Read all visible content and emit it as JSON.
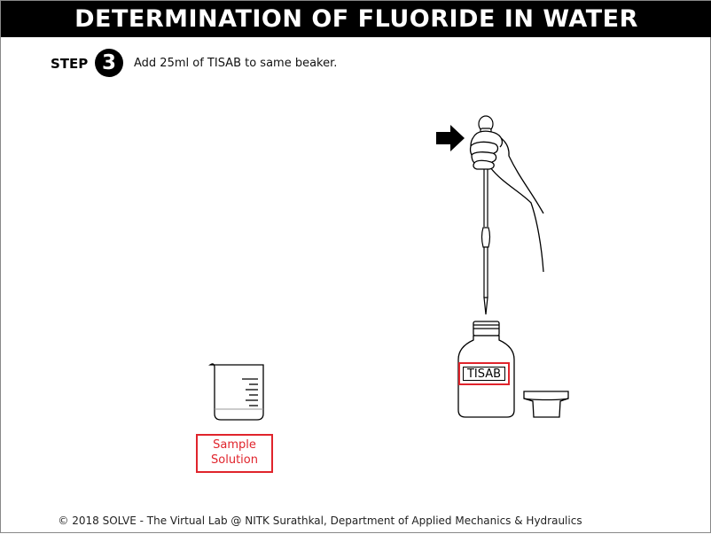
{
  "title": "DETERMINATION OF FLUORIDE IN WATER",
  "step": {
    "word": "STEP",
    "number": "3",
    "instruction": "Add 25ml of TISAB to same beaker."
  },
  "labels": {
    "sample": "Sample\nSolution",
    "sample_line1": "Sample",
    "sample_line2": "Solution",
    "bottle": "TISAB"
  },
  "footer": "© 2018 SOLVE - The Virtual Lab @ NITK Surathkal, Department of Applied Mechanics & Hydraulics",
  "colors": {
    "title_bg": "#000000",
    "title_text": "#ffffff",
    "label_border": "#e0242c",
    "label_text": "#e0242c"
  },
  "icons": {
    "arrow": "right-arrow-icon",
    "hand": "hand-icon",
    "pipette": "pipette-icon"
  }
}
